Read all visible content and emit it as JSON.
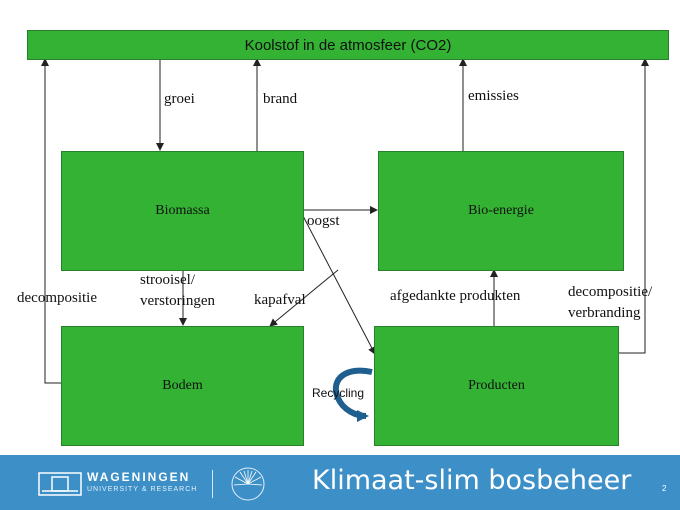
{
  "diagram": {
    "top": "Koolstof in de atmosfeer (CO2)",
    "biomassa": "Biomassa",
    "bioenergie": "Bio-energie",
    "bodem": "Bodem",
    "producten": "Producten",
    "labels": {
      "groei": "groei",
      "brand": "brand",
      "emissies": "emissies",
      "oogst": "oogst",
      "decompositie": "decompositie",
      "strooisel": "strooisel/",
      "verstoringen": "verstoringen",
      "kapafval": "kapafval",
      "afgedankte": "afgedankte produkten",
      "decompositie2": "decompositie/",
      "verbranding": "verbranding",
      "recycling": "Recycling"
    }
  },
  "footer": {
    "org_name": "WAGENINGEN",
    "org_sub": "UNIVERSITY & RESEARCH",
    "title": "Klimaat-slim bosbeheer",
    "page": "2",
    "seal_text": ""
  },
  "colors": {
    "box_green": "#33b233",
    "footer_blue": "#3d8fc8",
    "recycling_arrow": "#1f5f8f"
  }
}
